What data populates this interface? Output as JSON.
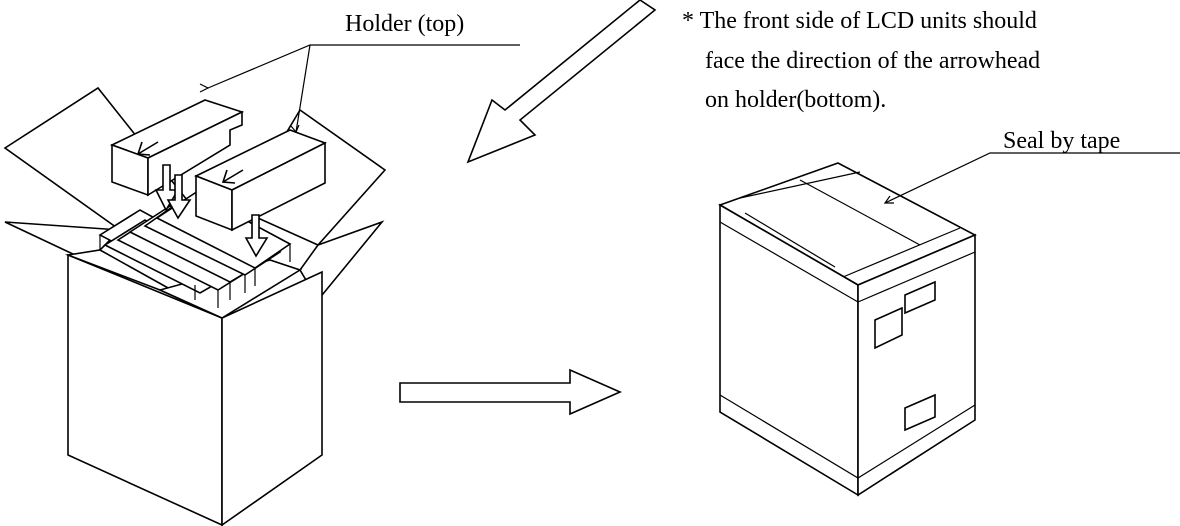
{
  "labels": {
    "holder_top": "Holder (top)",
    "note_line1": "* The front side of LCD units should",
    "note_line2": "face the direction of the arrowhead",
    "note_line3": "on holder(bottom).",
    "seal_by_tape": "Seal by tape"
  },
  "colors": {
    "line": "#000000",
    "background": "#ffffff"
  },
  "icons": {
    "process_arrow": "right-outline-arrow",
    "insert_arrow": "down-left-outline-arrow",
    "direction_arrows": "small-left-arrow"
  }
}
